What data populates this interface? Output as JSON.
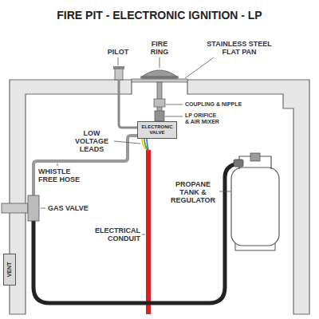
{
  "diagram": {
    "title": "FIRE PIT - ELECTRONIC IGNITION - LP",
    "nodes": [
      {
        "text": [
          "ELECTRONIC VALVE"
        ]
      },
      {
        "text": [
          "VENT"
        ]
      }
    ],
    "labels": [
      "PILOT",
      "FIRE RING",
      "STAINLESS STEEL FLAT PAN",
      "COUPLING & NIPPLE",
      "LP ORIFICE & AIR MIXER",
      "LOW VOLTAGE LEADS",
      "WHISTLE FREE HOSE",
      "GAS VALVE",
      "ELECTRICAL CONDUIT",
      "PROPANE TANK & REGULATOR"
    ]
  }
}
